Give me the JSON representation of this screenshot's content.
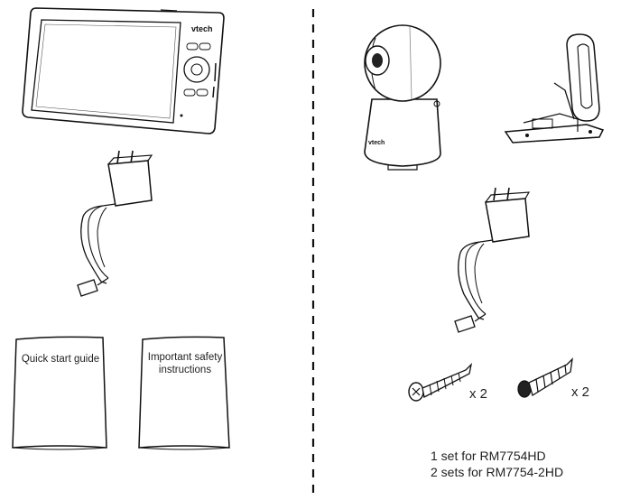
{
  "monitor": {
    "brand": "vtech"
  },
  "camera": {
    "brand": "vtech"
  },
  "booklets": {
    "quick_start": "Quick start  guide",
    "safety_line1": "Important safety",
    "safety_line2": "instructions"
  },
  "accessories": {
    "screw_qty": "x 2",
    "anchor_qty": "x 2"
  },
  "sets": {
    "line1": "1 set for RM7754HD",
    "line2": "2 sets for RM7754-2HD"
  }
}
